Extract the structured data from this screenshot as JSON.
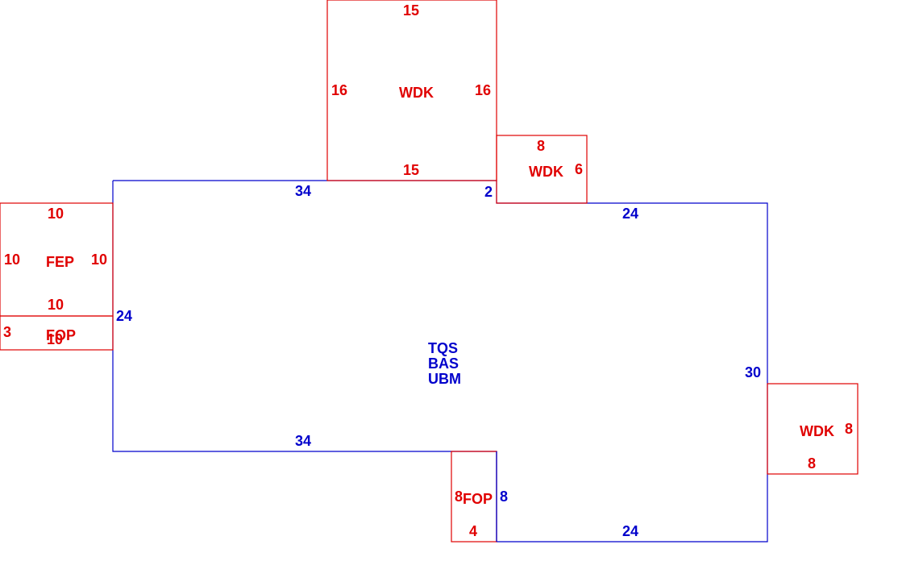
{
  "colors": {
    "main_structure": "#0000cc",
    "additions": "#e00000",
    "background": "#ffffff"
  },
  "main_area": {
    "codes": [
      "TQS",
      "BAS",
      "UBM"
    ],
    "dimensions": {
      "top_left": "34",
      "top_step": "2",
      "top_right": "24",
      "left": "24",
      "right": "30",
      "bottom_left": "34",
      "bottom_step": "8",
      "bottom_right": "24"
    }
  },
  "areas": [
    {
      "id": "wdk-top",
      "label": "WDK",
      "dims": {
        "top": "15",
        "bottom": "15",
        "left": "16",
        "right": "16"
      }
    },
    {
      "id": "wdk-small",
      "label": "WDK",
      "dims": {
        "top": "8",
        "right": "6"
      }
    },
    {
      "id": "fep",
      "label": "FEP",
      "dims": {
        "top": "10",
        "bottom": "10",
        "left": "10",
        "right": "10"
      }
    },
    {
      "id": "fop-left",
      "label": "FOP",
      "dims": {
        "left": "3",
        "bottom": "10"
      }
    },
    {
      "id": "wdk-right",
      "label": "WDK",
      "dims": {
        "right": "8",
        "bottom": "8"
      }
    },
    {
      "id": "fop-bottom",
      "label": "FOP",
      "dims": {
        "left": "8",
        "bottom": "4"
      }
    }
  ]
}
